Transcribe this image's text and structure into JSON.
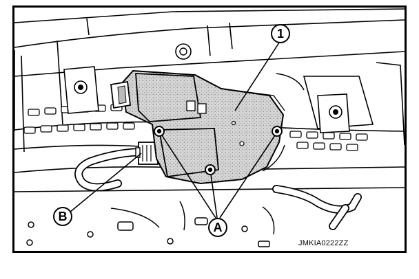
{
  "callouts": {
    "one": "1",
    "a": "A",
    "b": "B"
  },
  "figure_code": "JMKIA0222ZZ",
  "colors": {
    "line": "#000000",
    "motor_fill": "#dcdcdc",
    "stipple": "#8a8a8a",
    "background": "#ffffff"
  }
}
